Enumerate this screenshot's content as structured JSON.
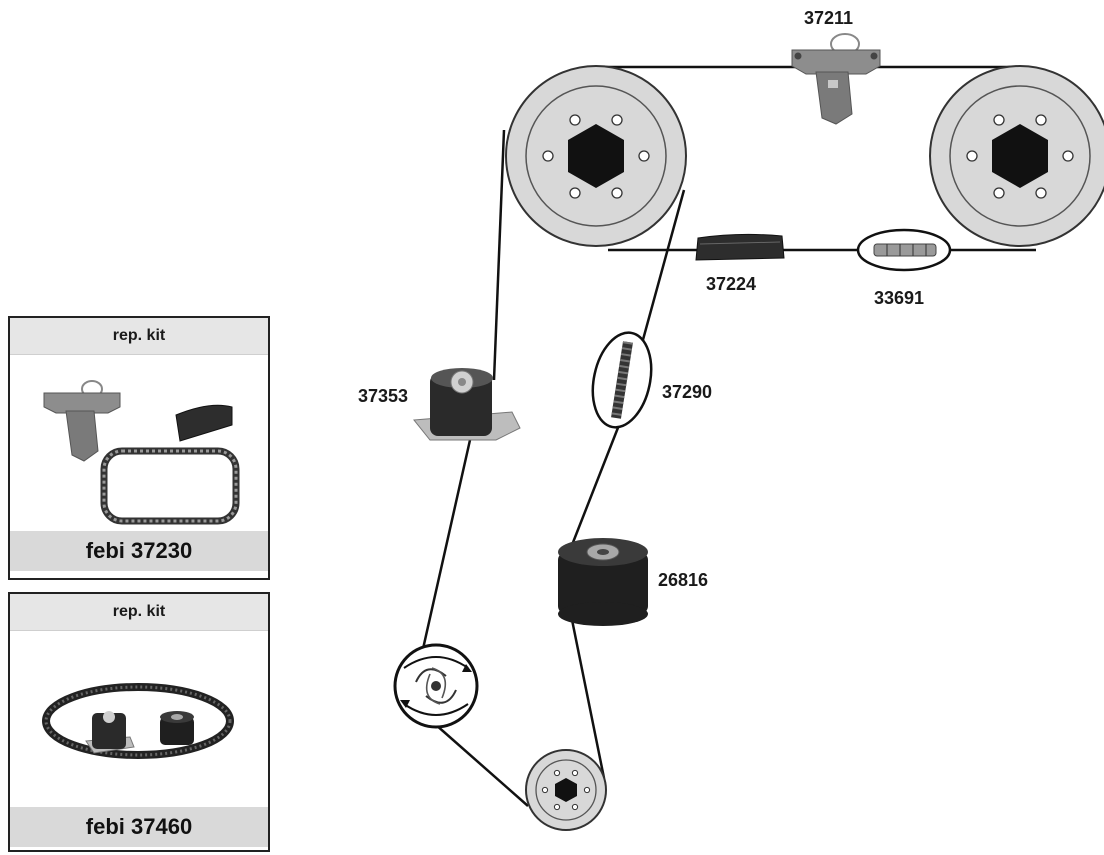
{
  "part_numbers": {
    "chain_tensioner": "37211",
    "chain_guide": "37224",
    "timing_chain": "33691",
    "belt_tensioner": "37353",
    "timing_belt": "37290",
    "idler_pulley": "26816"
  },
  "kits": [
    {
      "header": "rep. kit",
      "label": "febi 37230"
    },
    {
      "header": "rep. kit",
      "label": "febi 37460"
    }
  ],
  "colors": {
    "pulley_fill": "#d8d8d8",
    "pulley_outline": "#333333",
    "hub_hex": "#111111",
    "box_header": "#e6e6e6",
    "box_footer": "#d9d9d9"
  }
}
